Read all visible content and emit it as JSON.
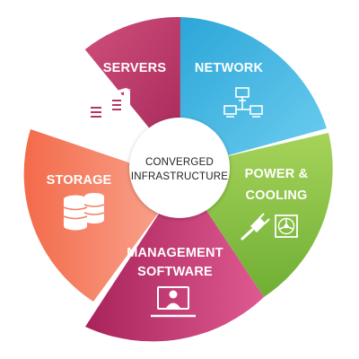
{
  "center": {
    "line1": "CONVERGED",
    "line2": "INFRASTRUCTURE"
  },
  "segments": [
    {
      "id": "servers",
      "line1": "SERVERS",
      "line2": "",
      "icon": "server-rack-icon",
      "color": "#c23a6e"
    },
    {
      "id": "network",
      "line1": "NETWORK",
      "line2": "",
      "icon": "network-icon",
      "color": "#38b6e3"
    },
    {
      "id": "power-cooling",
      "line1": "POWER &",
      "line2": "COOLING",
      "icon": "plug-icon, fan-icon",
      "color": "#8cc63f"
    },
    {
      "id": "management-software",
      "line1": "MANAGEMENT",
      "line2": "SOFTWARE",
      "icon": "monitor-user-icon",
      "color": "#b3265e"
    },
    {
      "id": "storage",
      "line1": "STORAGE",
      "line2": "",
      "icon": "database-icon",
      "color": "#f06a4a"
    }
  ]
}
